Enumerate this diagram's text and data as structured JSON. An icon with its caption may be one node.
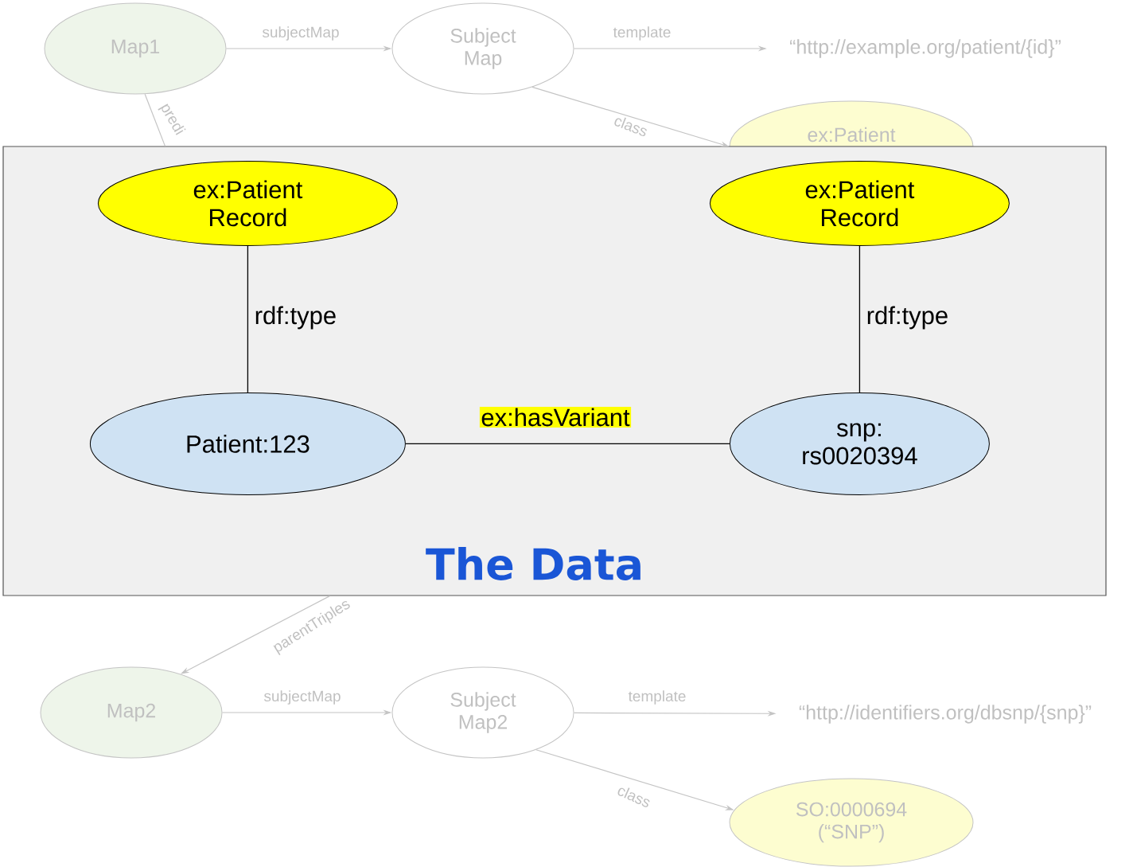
{
  "diagram": {
    "nodes": [
      {
        "text": [
          "Map1"
        ]
      },
      {
        "text": [
          "Subject Map"
        ]
      },
      {
        "text": [
          "“http://example.org/patient/{id}”"
        ]
      },
      {
        "text": [
          "ex:Patient"
        ]
      },
      {
        "text": [
          "The Data"
        ]
      },
      {
        "text": [
          "ex:Patient Record"
        ],
        "in": 4
      },
      {
        "text": [
          "ex:Patient Record"
        ],
        "in": 4
      },
      {
        "text": [
          "Patient:123"
        ],
        "in": 4
      },
      {
        "text": [
          "snp: rs0020394"
        ],
        "in": 4
      },
      {
        "text": [
          "Map2"
        ]
      },
      {
        "text": [
          "Subject Map2"
        ]
      },
      {
        "text": [
          "“http://identifiers.org/dbsnp/{snp}”"
        ]
      },
      {
        "text": [
          "SO:0000694 (“SNP”)"
        ]
      }
    ],
    "edges": [
      {
        "from": 0,
        "to": 1,
        "arrow": "to",
        "label": "subjectMap"
      },
      {
        "from": 1,
        "to": 2,
        "arrow": "to",
        "label": "template"
      },
      {
        "from": 1,
        "to": 3,
        "arrow": "to",
        "label": "class"
      },
      {
        "from": 0,
        "to": 4,
        "arrow": "none",
        "label": "predi"
      },
      {
        "from": 4,
        "to": 9,
        "arrow": "to",
        "label": "parentTriples"
      },
      {
        "from": 5,
        "to": 7,
        "arrow": "none",
        "label": "rdf:type",
        "color": "#000000"
      },
      {
        "from": 6,
        "to": 8,
        "arrow": "none",
        "label": "rdf:type",
        "color": "#000000"
      },
      {
        "from": 7,
        "to": 8,
        "arrow": "none",
        "label": "ex:hasVariant",
        "color": "#000000"
      },
      {
        "from": 9,
        "to": 10,
        "arrow": "to",
        "label": "subjectMap"
      },
      {
        "from": 10,
        "to": 11,
        "arrow": "to",
        "label": "template"
      },
      {
        "from": 10,
        "to": 12,
        "arrow": "to",
        "label": "class"
      }
    ]
  }
}
